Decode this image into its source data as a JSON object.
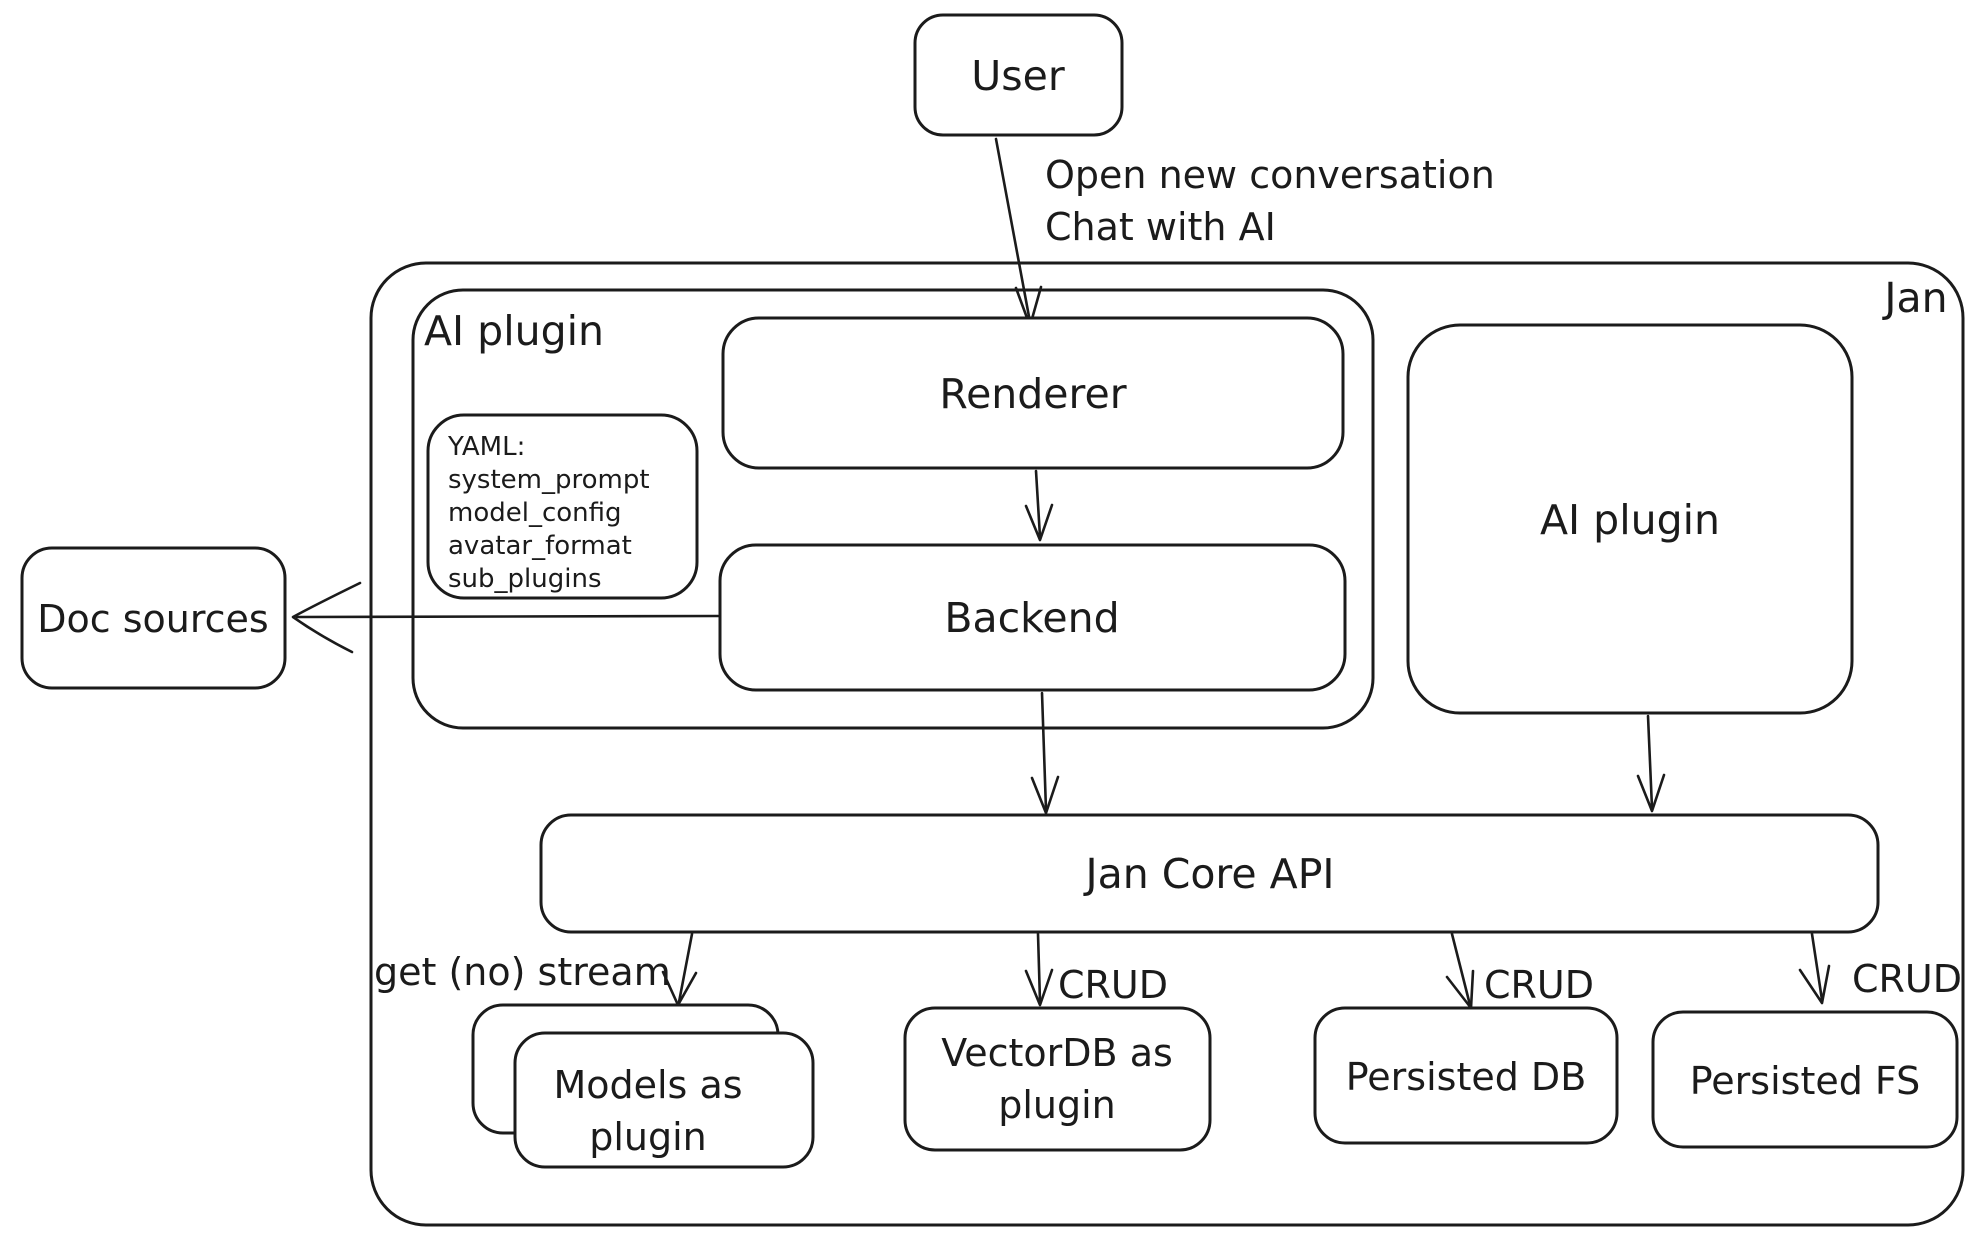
{
  "diagram": {
    "nodes": {
      "user": {
        "label": "User"
      },
      "jan_container": {
        "label": "Jan"
      },
      "ai_plugin_container": {
        "label": "AI plugin"
      },
      "renderer": {
        "label": "Renderer"
      },
      "yaml_note": {
        "lines": [
          "YAML:",
          "system_prompt",
          "model_config",
          "avatar_format",
          "sub_plugins"
        ]
      },
      "backend": {
        "label": "Backend"
      },
      "ai_plugin_right": {
        "label": "AI plugin"
      },
      "doc_sources": {
        "label": "Doc sources"
      },
      "jan_core_api": {
        "label": "Jan Core API"
      },
      "models_plugin": {
        "line1": "Models as",
        "line2": "plugin"
      },
      "vectordb_plugin": {
        "line1": "VectorDB as",
        "line2": "plugin"
      },
      "persisted_db": {
        "label": "Persisted DB"
      },
      "persisted_fs": {
        "label": "Persisted FS"
      }
    },
    "edge_labels": {
      "user_to_renderer_line1": "Open new conversation",
      "user_to_renderer_line2": "Chat with AI",
      "get_no_stream": "get (no) stream",
      "crud": "CRUD"
    },
    "colors": {
      "stroke": "#1b1b1b",
      "background": "#ffffff"
    }
  }
}
